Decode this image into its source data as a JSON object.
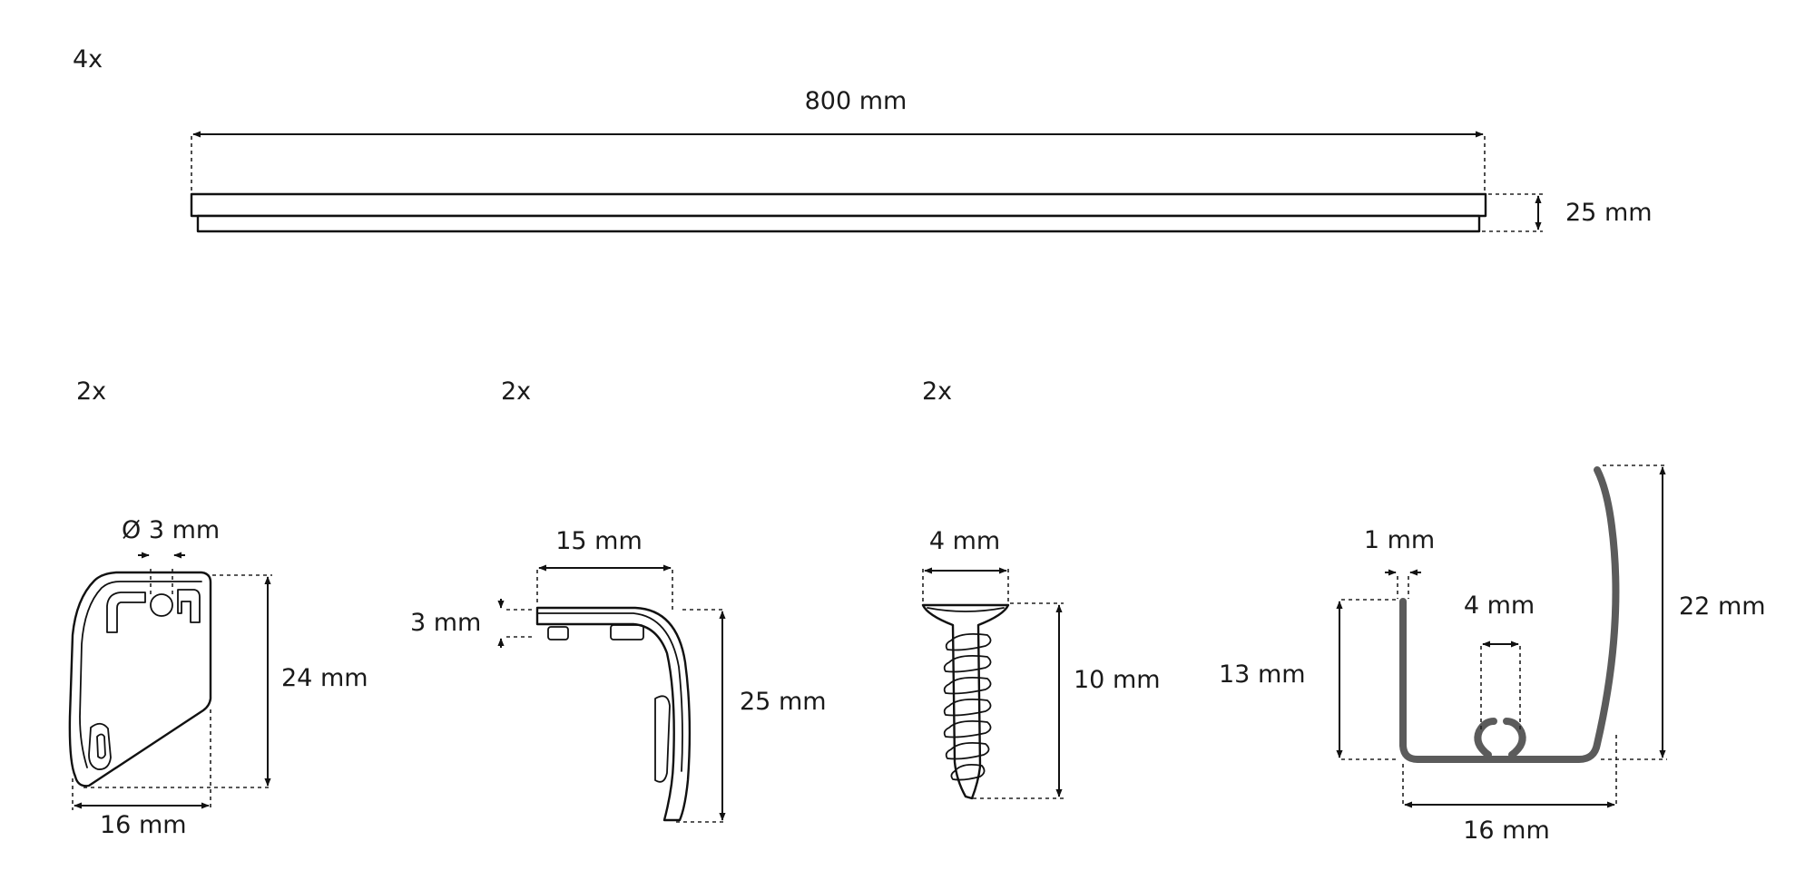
{
  "rail": {
    "quantity": "4x",
    "length_label": "800 mm",
    "height_label": "25 mm"
  },
  "end_cap": {
    "quantity": "2x",
    "hole_label": "Ø 3 mm",
    "height_label": "24 mm",
    "width_label": "16 mm"
  },
  "bracket": {
    "quantity": "2x",
    "length_label": "15 mm",
    "thickness_label": "3 mm",
    "height_label": "25 mm"
  },
  "screw": {
    "quantity": "2x",
    "head_label": "4 mm",
    "length_label": "10 mm"
  },
  "profile": {
    "wall_label": "1 mm",
    "slot_label": "4 mm",
    "inner_height_label": "13 mm",
    "outer_height_label": "22 mm",
    "width_label": "16 mm"
  }
}
